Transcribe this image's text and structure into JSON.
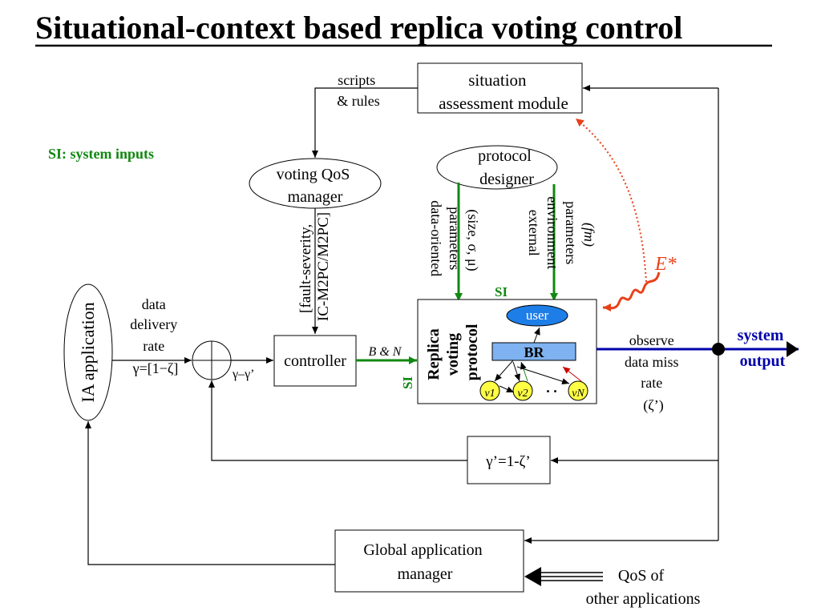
{
  "title": "Situational-context based replica voting control",
  "legend": "SI: system inputs",
  "nodes": {
    "situation": [
      "situation",
      "assessment module"
    ],
    "scripts": [
      "scripts",
      "& rules"
    ],
    "voting_qos": [
      "voting QoS",
      "manager"
    ],
    "protocol_designer": [
      "protocol",
      "designer"
    ],
    "ia_app": "IA application",
    "controller": "controller",
    "replica": [
      "Replica",
      "voting",
      "protocol"
    ],
    "user": "user",
    "br": "BR",
    "v1": "v1",
    "v2": "v2",
    "vN": "vN",
    "dots": ". .",
    "feedback": "γ’=1-ζ’",
    "global": [
      "Global application",
      "manager"
    ],
    "qos_other": [
      "QoS of",
      "other applications"
    ],
    "system_output": [
      "system",
      "output"
    ]
  },
  "labels": {
    "data_delivery": [
      "data",
      "delivery",
      "rate",
      "γ=[1−ζ]"
    ],
    "gamma_diff": "γ–γ’",
    "fault_severity": [
      "[fault-severity,",
      "IC-M2PC/M2PC]"
    ],
    "bn": "B & N",
    "si": "SI",
    "data_oriented": [
      "data-oriented",
      "parameters",
      "(size, σ, μ)"
    ],
    "external_env": [
      "external",
      "environment",
      "parameters",
      "(fm)"
    ],
    "e_star": "E*",
    "observe": [
      "observe",
      "data miss",
      "rate",
      "(ζ’)"
    ]
  },
  "colors": {
    "green_arrow": "#118811",
    "green_text": "#118811",
    "blue_output": "#0000aa",
    "orange": "#e8401a",
    "user_fill": "#1e7ee8",
    "br_fill": "#7fb2f0",
    "replica_node_fill": "#ffff44"
  }
}
